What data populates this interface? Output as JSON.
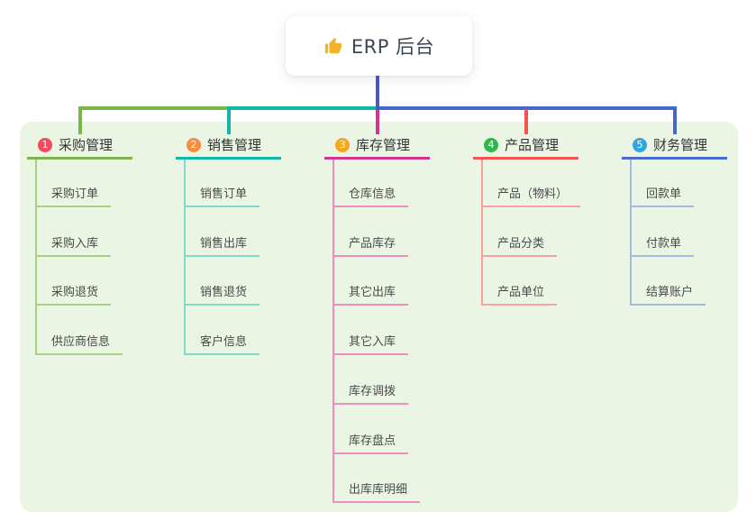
{
  "root": {
    "title": "ERP 后台",
    "icon": "thumbs-up-icon"
  },
  "branches": [
    {
      "num": "1",
      "title": "采购管理",
      "badge_color": "#f5495f",
      "line_color": "#7ab648",
      "child_line_color": "#a8d080",
      "children": [
        "采购订单",
        "采购入库",
        "采购退货",
        "供应商信息"
      ]
    },
    {
      "num": "2",
      "title": "销售管理",
      "badge_color": "#f98b3d",
      "line_color": "#12b5a8",
      "child_line_color": "#85d7cd",
      "children": [
        "销售订单",
        "销售出库",
        "销售退货",
        "客户信息"
      ]
    },
    {
      "num": "3",
      "title": "库存管理",
      "badge_color": "#f7a61d",
      "line_color": "#d3348e",
      "child_line_color": "#ef8cc2",
      "children": [
        "仓库信息",
        "产品库存",
        "其它出库",
        "其它入库",
        "库存调拨",
        "库存盘点",
        "出库库明细"
      ]
    },
    {
      "num": "4",
      "title": "产品管理",
      "badge_color": "#2eb84e",
      "line_color": "#f4534e",
      "child_line_color": "#f9a29d",
      "children": [
        "产品（物料）",
        "产品分类",
        "产品单位"
      ]
    },
    {
      "num": "5",
      "title": "财务管理",
      "badge_color": "#31a5dc",
      "line_color": "#4a6cc9",
      "child_line_color": "#a6b9e2",
      "children": [
        "回款单",
        "付款单",
        "结算账户"
      ]
    }
  ],
  "connectors": {
    "trunk_color": "#4856c6",
    "bus_right_color": "#4466c6"
  },
  "colors": {
    "canvas_bg": "#ffffff",
    "panel_bg": "#ebf5e4",
    "root_text": "#3d4655",
    "header_text": "#333333",
    "child_text": "#4a4a4a",
    "thumb_gold": "#f0b429"
  }
}
